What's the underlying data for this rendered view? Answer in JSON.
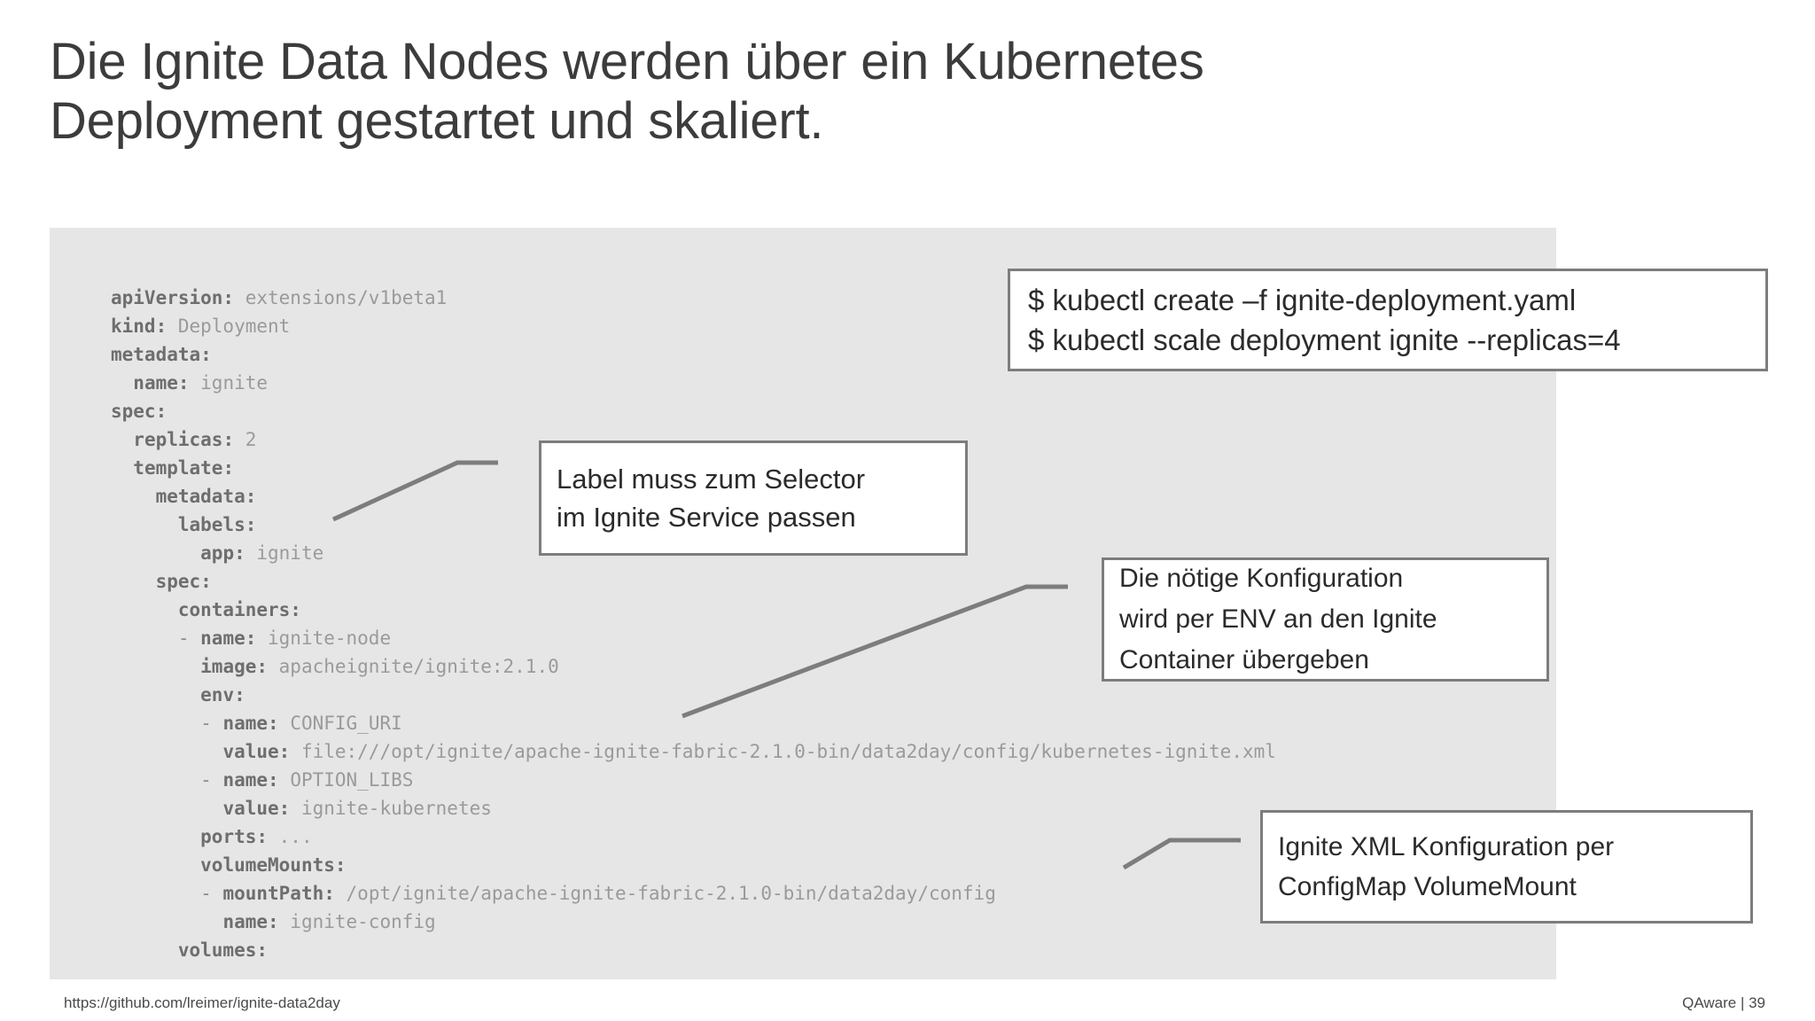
{
  "slide": {
    "title": "Die Ignite Data Nodes werden über ein Kubernetes\nDeployment gestartet und skaliert.",
    "page_number": "39",
    "footer_left": "https://github.com/lreimer/ignite-data2day",
    "footer_right": "QAware | 39"
  },
  "colors": {
    "panel_background": "#e6e6e6",
    "code_key": "#6e6e6e",
    "code_value": "#9a9a9a",
    "callout_border": "#7d7d7d",
    "callout_background": "#ffffff",
    "leader_line": "#7d7d7d",
    "title_text": "#3c3c3c",
    "page_background": "#ffffff"
  },
  "code": {
    "language": "yaml",
    "lines": [
      {
        "indent": 0,
        "key": "apiVersion:",
        "value": " extensions/v1beta1"
      },
      {
        "indent": 0,
        "key": "kind:",
        "value": " Deployment"
      },
      {
        "indent": 0,
        "key": "metadata:",
        "value": ""
      },
      {
        "indent": 1,
        "key": "name:",
        "value": " ignite"
      },
      {
        "indent": 0,
        "key": "spec:",
        "value": ""
      },
      {
        "indent": 1,
        "key": "replicas:",
        "value": " 2"
      },
      {
        "indent": 1,
        "key": "template:",
        "value": ""
      },
      {
        "indent": 2,
        "key": "metadata:",
        "value": ""
      },
      {
        "indent": 3,
        "key": "labels:",
        "value": ""
      },
      {
        "indent": 4,
        "key": "app:",
        "value": " ignite"
      },
      {
        "indent": 2,
        "key": "spec:",
        "value": ""
      },
      {
        "indent": 3,
        "key": "containers:",
        "value": ""
      },
      {
        "indent": 3,
        "dash": "- ",
        "key": "name:",
        "value": " ignite-node"
      },
      {
        "indent": 4,
        "key": "image:",
        "value": " apacheignite/ignite:2.1.0"
      },
      {
        "indent": 4,
        "key": "env:",
        "value": ""
      },
      {
        "indent": 4,
        "dash": "- ",
        "key": "name:",
        "value": " CONFIG_URI"
      },
      {
        "indent": 5,
        "key": "value:",
        "value": " file:///opt/ignite/apache-ignite-fabric-2.1.0-bin/data2day/config/kubernetes-ignite.xml"
      },
      {
        "indent": 4,
        "dash": "- ",
        "key": "name:",
        "value": " OPTION_LIBS"
      },
      {
        "indent": 5,
        "key": "value:",
        "value": " ignite-kubernetes"
      },
      {
        "indent": 4,
        "key": "ports:",
        "value": " ..."
      },
      {
        "indent": 4,
        "key": "volumeMounts:",
        "value": ""
      },
      {
        "indent": 4,
        "dash": "- ",
        "key": "mountPath:",
        "value": " /opt/ignite/apache-ignite-fabric-2.1.0-bin/data2day/config"
      },
      {
        "indent": 5,
        "key": "name:",
        "value": " ignite-config"
      },
      {
        "indent": 3,
        "key": "volumes:",
        "value": ""
      }
    ]
  },
  "callouts": {
    "kubectl": {
      "name": "kubectl-commands",
      "lines": [
        "$ kubectl create –f ignite-deployment.yaml",
        "$ kubectl scale deployment ignite --replicas=4"
      ]
    },
    "label_selector": {
      "name": "label-selector-note",
      "lines": [
        "Label muss zum Selector",
        "im Ignite Service passen"
      ]
    },
    "env_config": {
      "name": "env-configuration-note",
      "lines": [
        "Die nötige Konfiguration",
        "wird per ENV an den Ignite",
        "Container übergeben"
      ]
    },
    "configmap": {
      "name": "configmap-volumemount-note",
      "lines": [
        "Ignite XML Konfiguration per",
        "ConfigMap VolumeMount"
      ]
    }
  }
}
